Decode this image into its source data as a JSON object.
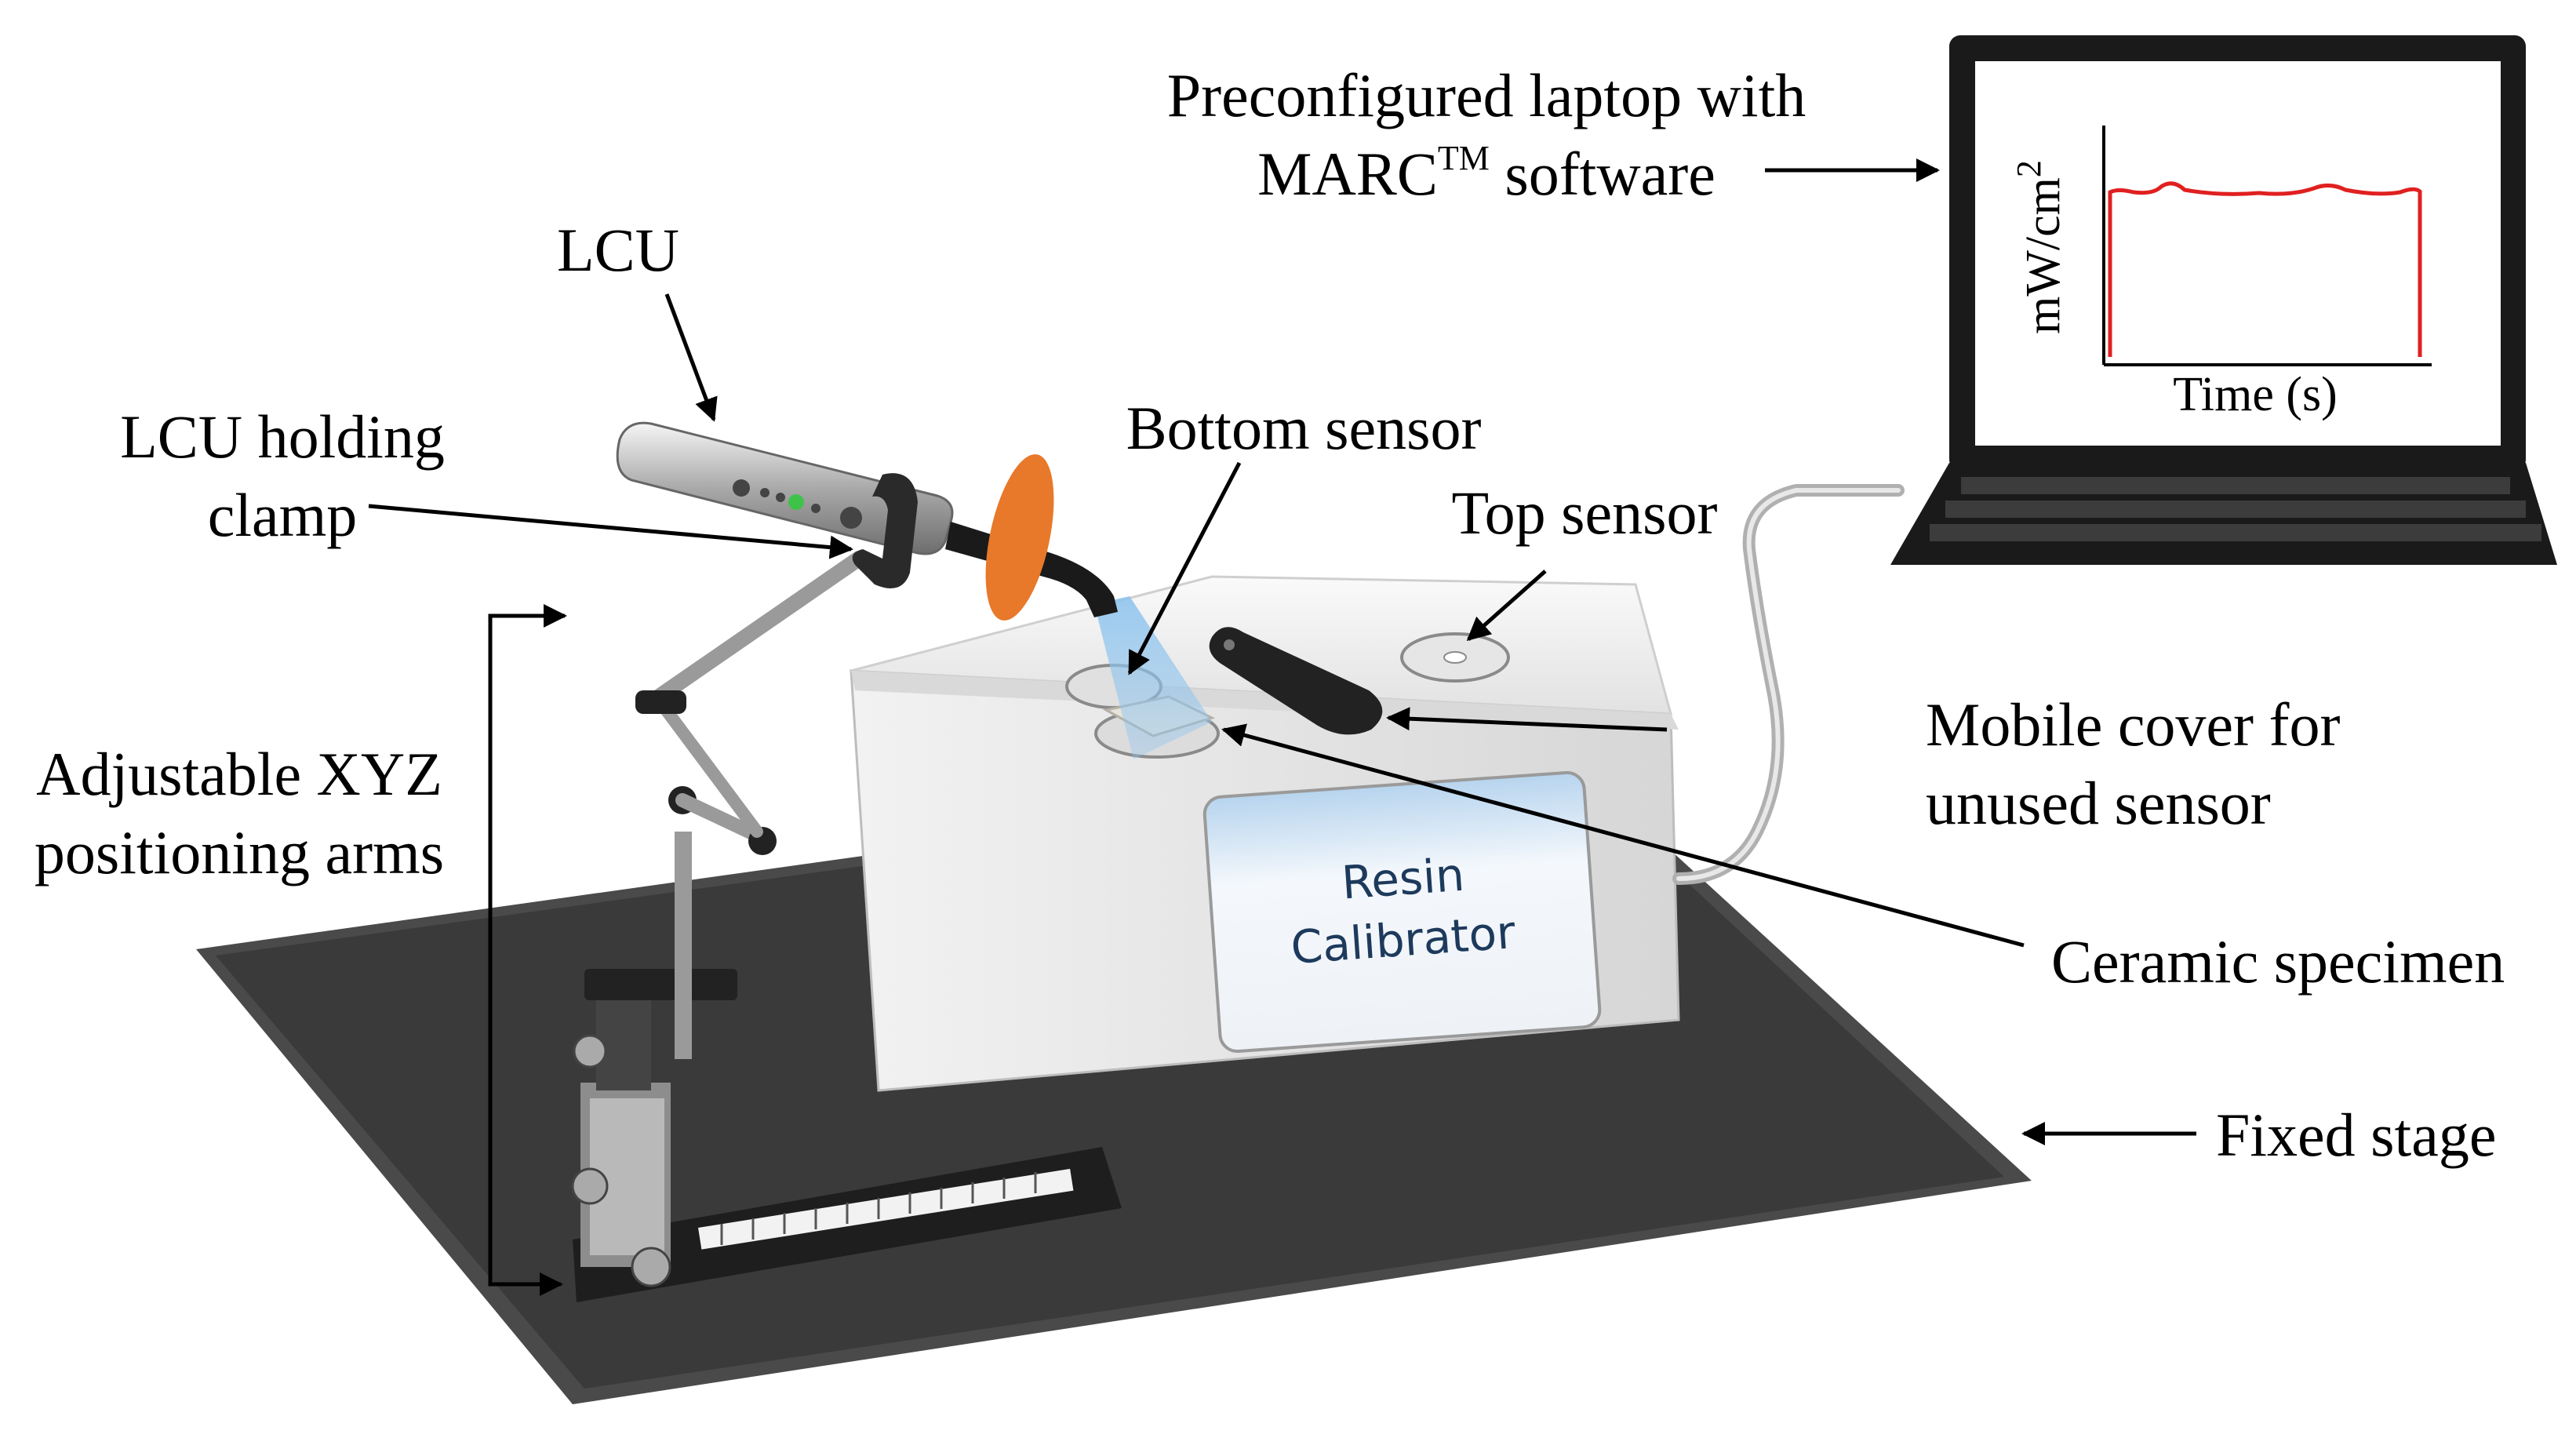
{
  "labels": {
    "laptop_line1": "Preconfigured laptop with",
    "laptop_line2_a": "MARC",
    "laptop_line2_sup": "TM",
    "laptop_line2_b": " software",
    "lcu": "LCU",
    "clamp_line1": "LCU holding",
    "clamp_line2": "clamp",
    "bottom_sensor": "Bottom sensor",
    "top_sensor": "Top sensor",
    "mobile_cover_line1": "Mobile cover for",
    "mobile_cover_line2": "unused sensor",
    "arms_line1": "Adjustable XYZ",
    "arms_line2": "positioning arms",
    "ceramic": "Ceramic specimen",
    "stage": "Fixed stage"
  },
  "device": {
    "brand_line1": "Resin",
    "brand_line2": "Calibrator"
  },
  "screen_chart": {
    "type": "line",
    "xlabel": "Time (s)",
    "ylabel_a": "mW/cm",
    "ylabel_sup": "2",
    "line_color": "#e02020"
  },
  "colors": {
    "stage": "#3a3a3a",
    "device_body": "#ececec",
    "lcu_tip_shield": "#e8782a",
    "light_beam": "#8fc4ee"
  }
}
